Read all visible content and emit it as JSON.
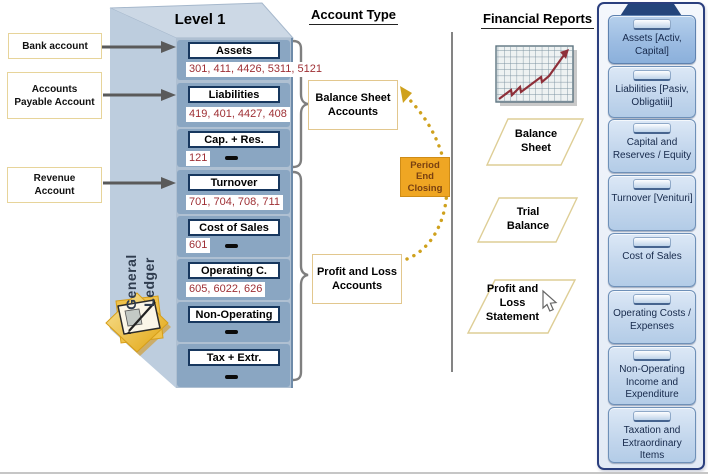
{
  "panel": {
    "title": "Level 1",
    "ledger_label": "General\nLedger",
    "sections": [
      {
        "label": "Assets",
        "numbers": "301, 411, 4426, 5311, 5121"
      },
      {
        "label": "Liabilities",
        "numbers": "419, 401, 4427, 408"
      },
      {
        "label": "Cap. + Res.",
        "numbers": "121"
      },
      {
        "label": "Turnover",
        "numbers": "701, 704, 708, 711"
      },
      {
        "label": "Cost of Sales",
        "numbers": "601"
      },
      {
        "label": "Operating C.",
        "numbers": "605, 6022, 626"
      },
      {
        "label": "Non-Operating",
        "numbers": ""
      },
      {
        "label": "Tax + Extr.",
        "numbers": ""
      }
    ]
  },
  "left_labels": [
    {
      "label": "Bank account"
    },
    {
      "label": "Accounts\nPayable Account"
    },
    {
      "label": "Revenue\nAccount"
    }
  ],
  "account_type": {
    "header": "Account Type",
    "balance_group": "Balance Sheet\nAccounts",
    "pl_group": "Profit and Loss\nAccounts",
    "closing": "Period\nEnd\nClosing"
  },
  "financial_reports": {
    "header": "Financial Reports",
    "reports": [
      {
        "label": "Balance\nSheet"
      },
      {
        "label": "Trial\nBalance"
      },
      {
        "label": "Profit and Loss Statement"
      }
    ]
  },
  "sidebar": {
    "items": [
      {
        "label": "Assets [Activ, Capital]",
        "active": true
      },
      {
        "label": "Liabilities [Pasiv, Obligatiii]",
        "active": false
      },
      {
        "label": "Capital and Reserves / Equity",
        "active": false
      },
      {
        "label": "Turnover [Venituri]",
        "active": false
      },
      {
        "label": "Cost of Sales",
        "active": false
      },
      {
        "label": "Operating Costs / Expenses",
        "active": false
      },
      {
        "label": "Non-Operating Income and Expenditure",
        "active": false
      },
      {
        "label": "Taxation and Extraordinary Items",
        "active": false
      }
    ]
  },
  "icons": {
    "trend_chart": "ascending zigzag line chart on grid",
    "ledger_journal": "gold star with journal and pencil",
    "cursor": "mouse pointer"
  },
  "colors": {
    "panel_front": "#AFC0D2",
    "panel_section": "#8AA6C2",
    "panel_top": "#CCD8E5",
    "panel_side": "#BDCDDE",
    "numbers_red": "#9E2F34",
    "closing_orange": "#EFA623",
    "arc_gold": "#CFA11D",
    "tan_border": "#E2C78E",
    "drawer_blue": "#C4D7ED",
    "drawer_active": "#9CBCE2",
    "cabinet_border": "#2B3F7E"
  }
}
